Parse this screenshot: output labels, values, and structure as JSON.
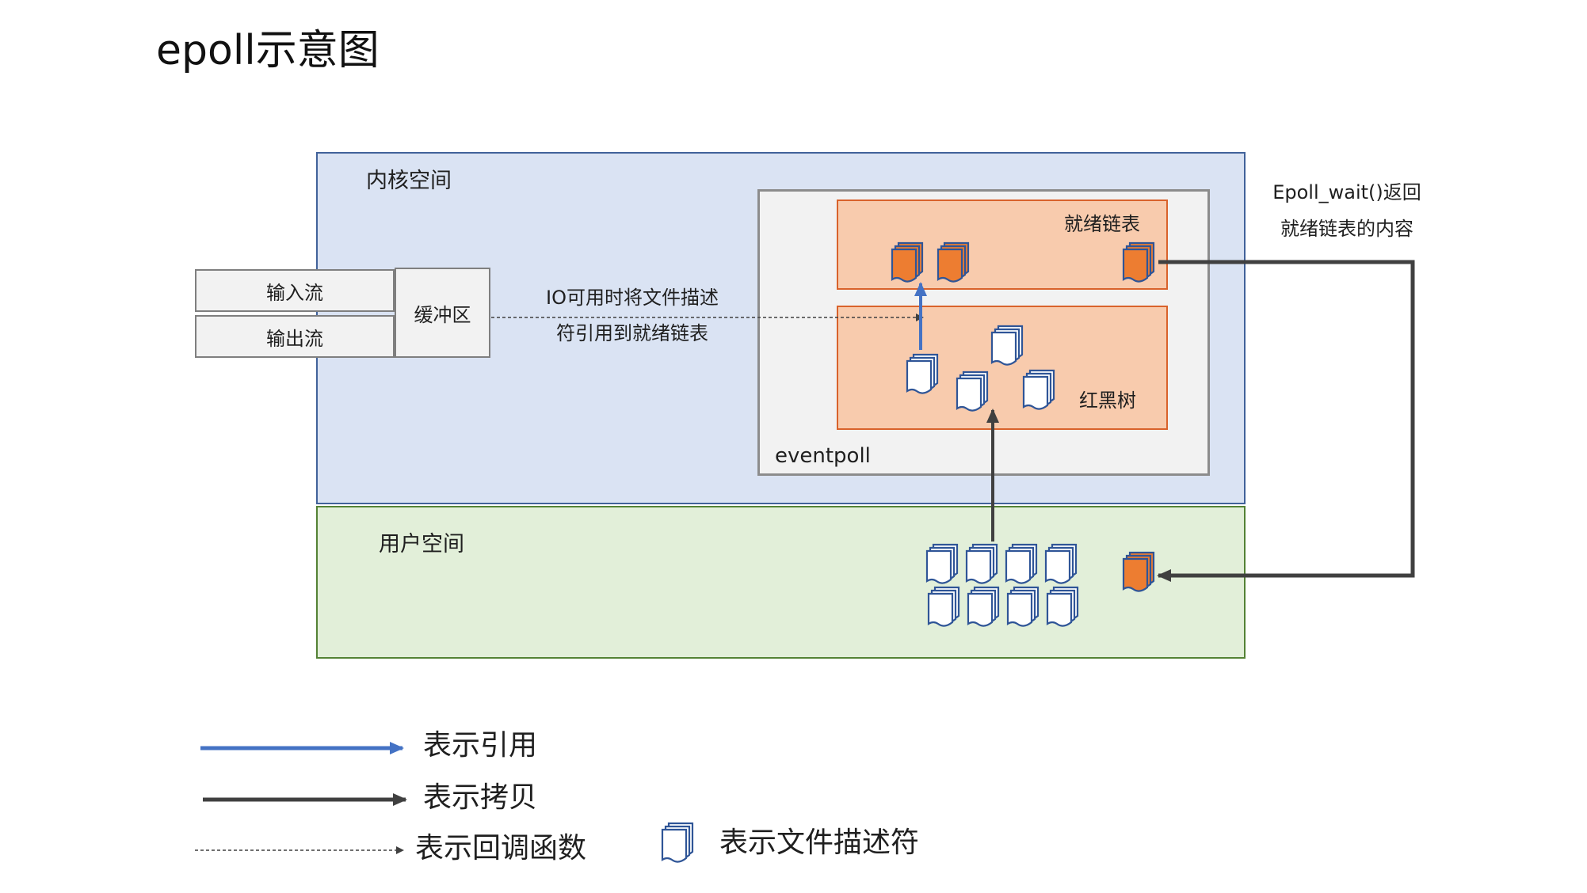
{
  "title": "epoll示意图",
  "regions": {
    "kernel_label": "内核空间",
    "user_label": "用户空间",
    "eventpoll_label": "eventpoll",
    "ready_list_label": "就绪链表",
    "rbtree_label": "红黑树"
  },
  "streams": {
    "input": "输入流",
    "output": "输出流",
    "buffer": "缓冲区"
  },
  "callback_note": {
    "line1": "IO可用时将文件描述",
    "line2": "符引用到就绪链表"
  },
  "epoll_wait_note": {
    "line1": "Epoll_wait()返回",
    "line2": "就绪链表的内容"
  },
  "legend": {
    "reference": "表示引用",
    "copy": "表示拷贝",
    "callback": "表示回调函数",
    "fd": "表示文件描述符"
  },
  "colors": {
    "reference_arrow": "#4472c4",
    "copy_arrow": "#404040",
    "kernel_fill": "#dae3f3",
    "user_fill": "#e2efd9",
    "list_fill": "#f8cbad",
    "ready_fd": "#ed7d31",
    "fd_icon": "#2f5597"
  },
  "icons": {
    "fd": "file-descriptor-icon",
    "ready_fd": "ready-file-descriptor-icon"
  }
}
